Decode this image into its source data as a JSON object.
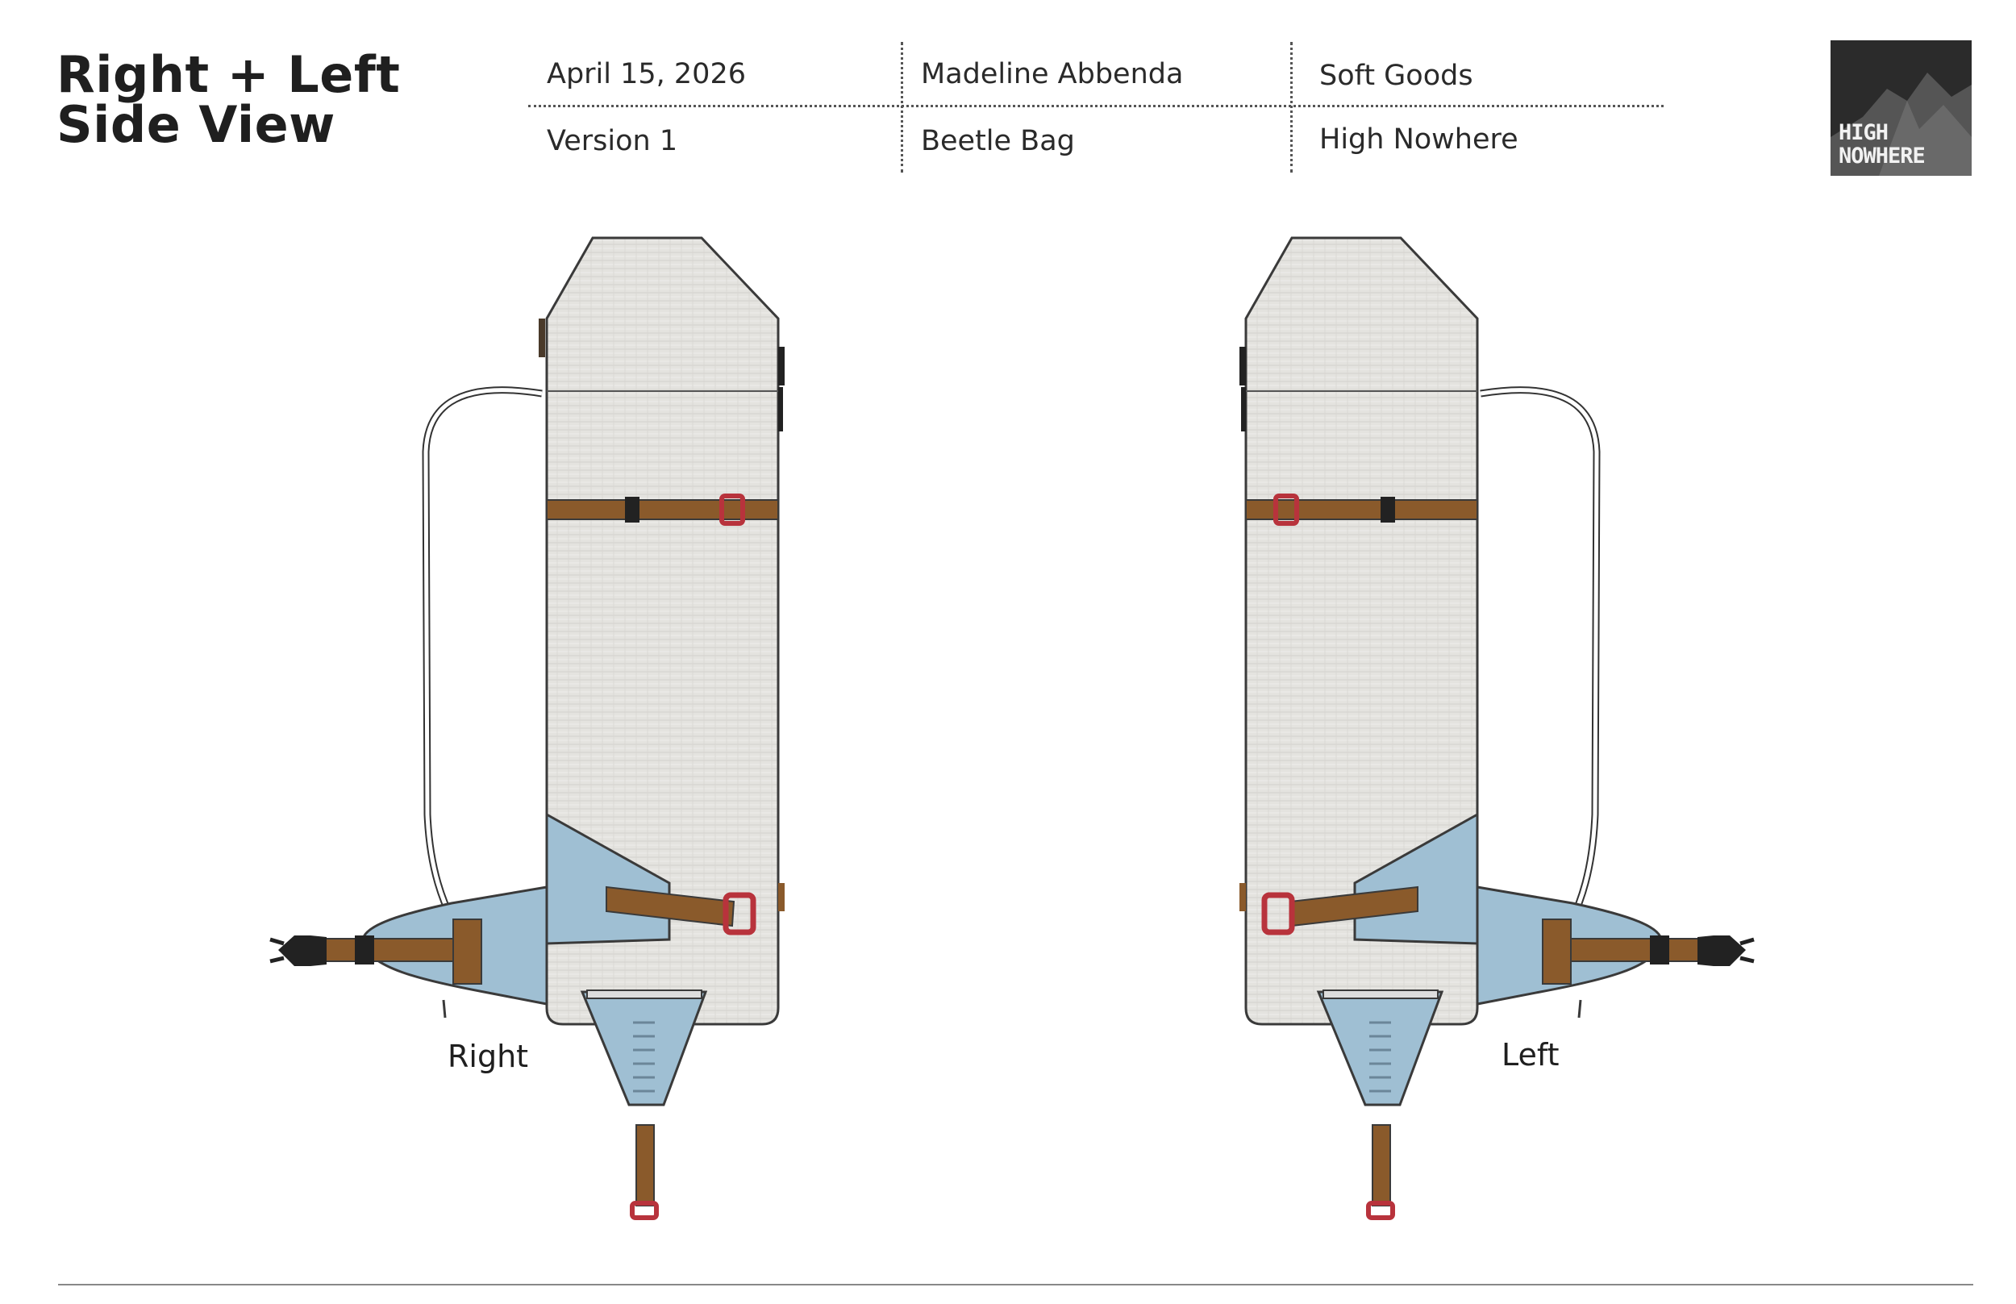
{
  "title": {
    "line1": "Right + Left",
    "line2": "Side View"
  },
  "header": {
    "date": "April 15, 2026",
    "version": "Version 1",
    "designer": "Madeline Abbenda",
    "product": "Beetle Bag",
    "category": "Soft Goods",
    "brand": "High Nowhere"
  },
  "logo": {
    "line1": "HIGH",
    "line2": "NOWHERE"
  },
  "views": {
    "right_label": "Right",
    "left_label": "Left"
  },
  "colors": {
    "body_fabric": "#e3e2de",
    "panel_blue": "#9fbfd3",
    "webbing": "#8a5a2b",
    "buckle_red": "#b8333c",
    "outline": "#3a3a3a"
  }
}
